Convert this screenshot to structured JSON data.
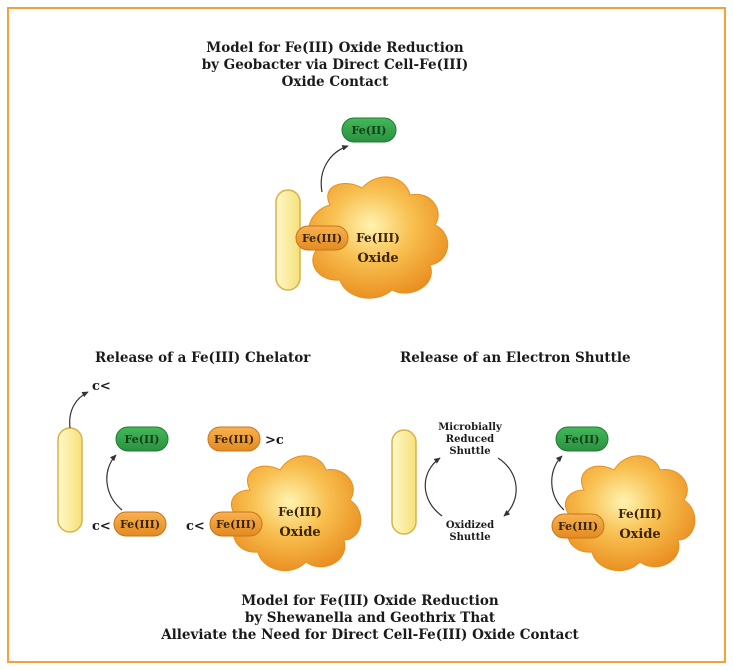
{
  "colors": {
    "frame": "#f5a13a",
    "cell_fill": "#faeb9a",
    "cell_stroke": "#d8b24a",
    "fe2_fill": "#34a84a",
    "fe3_fill": "#f2a23c",
    "oxide_fill": "#f6b445",
    "arrow": "#333333"
  },
  "top_panel": {
    "title_lines": [
      "Model for Fe(III) Oxide Reduction",
      "by Geobacter via Direct Cell-Fe(III)",
      "Oxide Contact"
    ],
    "fe2_label": "Fe(II)",
    "fe3_label": "Fe(III)",
    "oxide_label_1": "Fe(III)",
    "oxide_label_2": "Oxide"
  },
  "chelator_panel": {
    "heading": "Release of a Fe(III) Chelator",
    "chelator_symbol": "c<",
    "chelator_symbol_reversed": ">c",
    "fe2_label": "Fe(II)",
    "fe3_free_label": "Fe(III)",
    "fe3_cell_label": "Fe(III)",
    "fe3_oxide_label": "Fe(III)",
    "oxide_label_1": "Fe(III)",
    "oxide_label_2": "Oxide"
  },
  "shuttle_panel": {
    "heading": "Release of an Electron Shuttle",
    "reduced_shuttle_lines": [
      "Microbially",
      "Reduced",
      "Shuttle"
    ],
    "oxidized_shuttle_lines": [
      "Oxidized",
      "Shuttle"
    ],
    "fe2_label": "Fe(II)",
    "fe3_label": "Fe(III)",
    "oxide_label_1": "Fe(III)",
    "oxide_label_2": "Oxide"
  },
  "bottom_title_lines": [
    "Model for Fe(III) Oxide Reduction",
    "by Shewanella and Geothrix That",
    "Alleviate the Need for Direct Cell-Fe(III) Oxide Contact"
  ]
}
